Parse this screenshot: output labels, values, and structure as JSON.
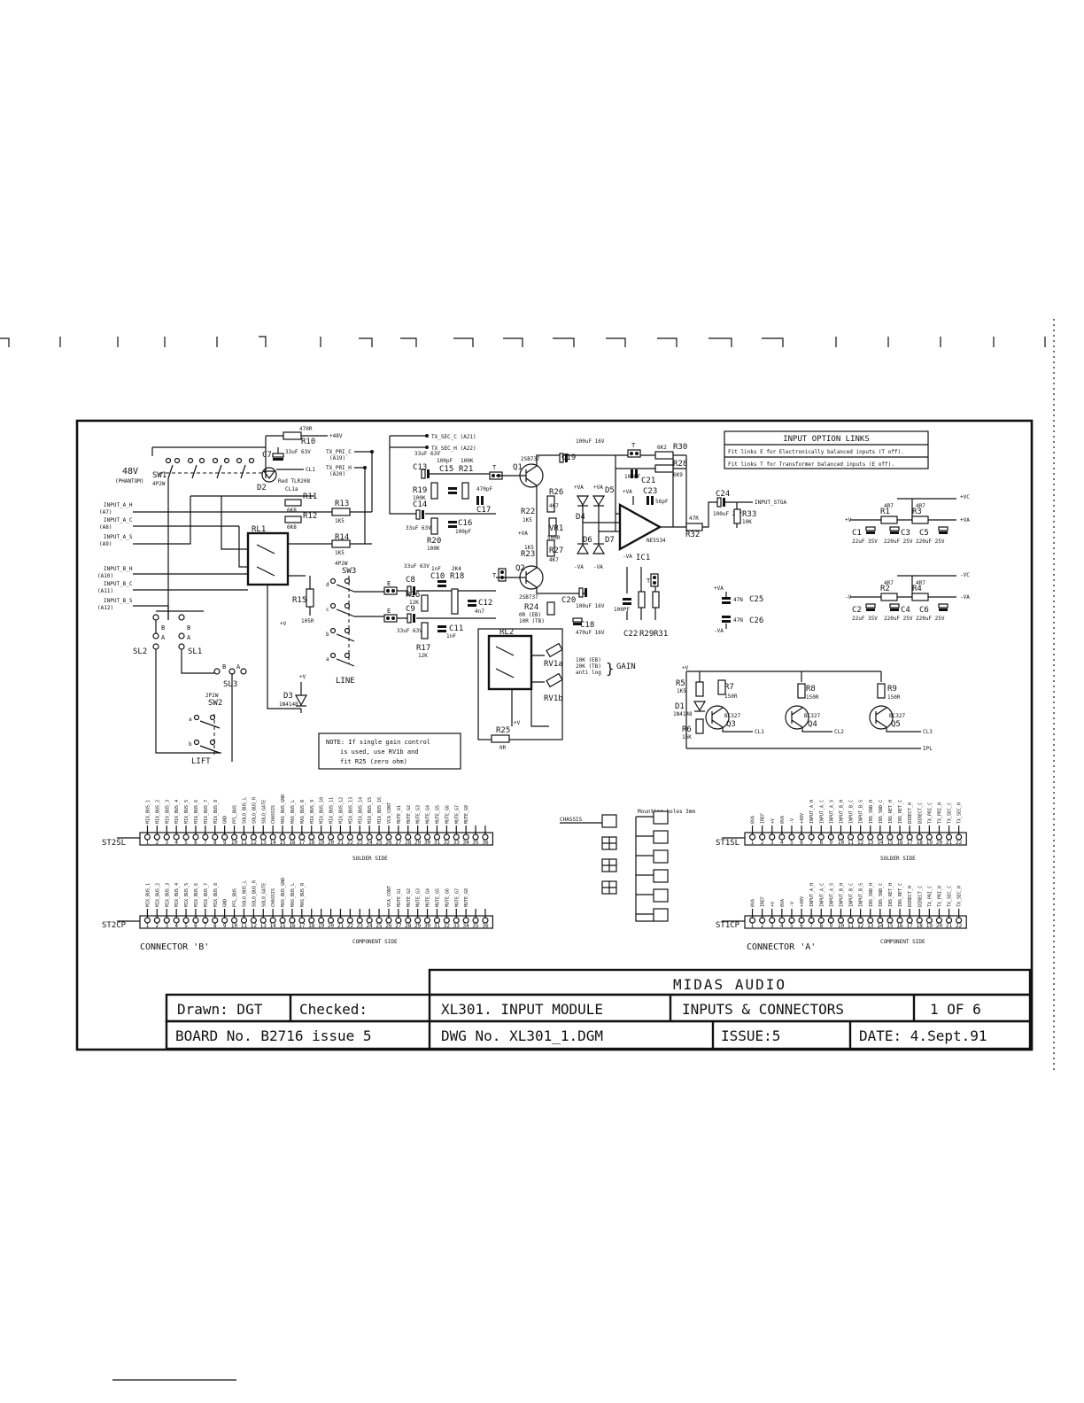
{
  "title_block": {
    "company": "MIDAS AUDIO",
    "drawn": "Drawn: DGT",
    "checked": "Checked:",
    "module": "XL301. INPUT MODULE",
    "sheet_title": "INPUTS & CONNECTORS",
    "sheet": "1 OF 6",
    "board": "BOARD No. B2716 issue 5",
    "dwg": "DWG No. XL301_1.DGM",
    "issue": "ISSUE:5",
    "date": "DATE: 4.Sept.91"
  },
  "option_links": {
    "title": "INPUT OPTION LINKS",
    "line1": "Fit links E for Electronically balanced inputs (T off).",
    "line2": "Fit links T for Transformer balanced inputs (E off)."
  },
  "note": {
    "line1": "NOTE: If single gain control",
    "line2": "is used, use RV1b and",
    "line3": "fit R25 (zero ohm)"
  },
  "labels": {
    "phantom": "48V",
    "phantom_sub": "(PHANTOM)",
    "sw1": "SW1",
    "sw1_type": "4P2W",
    "sw2": "SW2",
    "sw2_type": "2P2W",
    "sw3": "SW3",
    "sw3_type": "4P2W",
    "rl1": "RL1",
    "rl2": "RL2",
    "line": "LINE",
    "lift": "LIFT",
    "sl1": "SL1",
    "sl2": "SL2",
    "sl3": "SL3",
    "gain": "GAIN",
    "rv1a": "RV1a",
    "rv1b": "RV1b",
    "rv_values": "10K (EB)",
    "rv_values2": "20K (TB)",
    "rv_values3": "anti log",
    "ic1": "IC1",
    "ne5534": "NE5534",
    "input_stga": "INPUT_STGA",
    "chassis": "CHASSIS",
    "mounting": "Mounting holes 3mm",
    "plus_48v": "+48V",
    "r10": "R10",
    "r10v": "470R",
    "c7": "C7",
    "c7v": "33uF 63V",
    "d2": "D2",
    "d2v": "Red TLR208",
    "r11": "R11",
    "r12": "R12",
    "r11v": "6K8",
    "r12v": "6K8",
    "r13": "R13",
    "r14": "R14",
    "r13v": "1K5",
    "r14v": "1K5",
    "r15": "R15",
    "r15v": "105R",
    "r16": "R16",
    "r16v": "12K",
    "r17": "R17",
    "r17v": "12K",
    "r18": "R18",
    "r18v": "2K4",
    "r19": "R19",
    "r19v": "100K",
    "r20": "R20",
    "r20v": "100K",
    "r21": "R21",
    "r21v": "100K",
    "r22": "R22",
    "r22v": "1K5",
    "r23": "R23",
    "r23v": "1K5",
    "r24": "R24",
    "r24v": "0R (EB)",
    "r24v2": "10R (TB)",
    "r25": "R25",
    "r25v": "0R",
    "r26": "R26",
    "r27": "R27",
    "r26v": "4K7",
    "r27v": "4K7",
    "r28": "R28",
    "r28v": "6K9",
    "r30": "R30",
    "r30v": "6K2",
    "r29": "R29",
    "r31": "R31",
    "r32": "R32",
    "r32v": "47R",
    "r33": "R33",
    "r33v": "10K",
    "q1": "Q1",
    "q1v": "2SB737",
    "q2": "Q2",
    "q2v": "2SB737",
    "vr1": "VR1",
    "vr1v": "500R",
    "c8": "C8",
    "c9": "C9",
    "c10": "C10",
    "c11": "C11",
    "c12": "C12",
    "c8v": "33uF 63V",
    "c9v": "33uF 63V",
    "c10v": "1nF",
    "c11v": "1nF",
    "c12v": "4n7",
    "c13": "C13",
    "c14": "C14",
    "c15": "C15",
    "c16": "C16",
    "c17": "C17",
    "c13v": "33uF 63V",
    "c14v": "33uF 63V",
    "c15v": "100pF",
    "c16v": "100pF",
    "c17v": "470pF",
    "c18": "C18",
    "c18v": "470uF 16V",
    "c19": "C19",
    "c19v": "100uF 16V",
    "c20": "C20",
    "c20v": "100uF 16V",
    "c21": "C21",
    "c21v": "100PF",
    "c22": "C22",
    "c22v": "100PF",
    "c23": "C23",
    "c23v": "56pF",
    "c24": "C24",
    "c24v": "100uF 25V",
    "c25": "C25",
    "c26": "C26",
    "c25v": "47N",
    "c26v": "47N",
    "d3": "D3",
    "d3v": "1N4148",
    "d4": "D4",
    "d5": "D5",
    "d6": "D6",
    "d7": "D7",
    "tx_sec_c": "TX_SEC_C (A21)",
    "tx_sec_h": "TX_SEC_H (A22)",
    "tx_pri_c": "TX_PRI_C",
    "tx_pri_c2": "(A19)",
    "tx_pri_h": "TX_PRI_H",
    "tx_pri_h2": "(A20)",
    "input_a_h": "INPUT_A_H",
    "input_a_h2": "(A7)",
    "input_a_c": "INPUT_A_C",
    "input_a_c2": "(A8)",
    "input_a_s": "INPUT_A_S",
    "input_a_s2": "(A9)",
    "input_b_h": "INPUT_B_H",
    "input_b_h2": "(A10)",
    "input_b_c": "INPUT_B_C",
    "input_b_c2": "(A11)",
    "input_b_s": "INPUT_B_S",
    "input_b_s2": "(A12)",
    "ps_r1": "R1",
    "ps_r2": "R2",
    "ps_r3": "R3",
    "ps_r4": "R4",
    "ps_rv": "4R7",
    "ps_c1": "C1",
    "ps_c2": "C2",
    "ps_c3": "C3",
    "ps_c4": "C4",
    "ps_c5": "C5",
    "ps_c6": "C6",
    "ps_c1v": "22uF 35V",
    "ps_c3v": "220uF 25V",
    "vc_pos": "+VC",
    "va_pos": "+VA",
    "va_neg": "-VA",
    "vc_neg": "-VC",
    "v_pos": "+V",
    "v_neg": "-V",
    "r5": "R5",
    "r5v": "1K5",
    "r6": "R6",
    "r6v": "15K",
    "r7": "R7",
    "r7v": "150R",
    "r8": "R8",
    "r8v": "150R",
    "r9": "R9",
    "r9v": "150R",
    "d1": "D1",
    "d1v": "1N4148",
    "q3": "Q3",
    "q4": "Q4",
    "q5": "Q5",
    "q_type": "BC327",
    "cl1": "CL1",
    "cl2": "CL2",
    "cl3": "CL3",
    "ipl": "IPL",
    "cl1_top": "CL1",
    "cl1a": "CL1a"
  },
  "connectors": {
    "st2sl": "ST2SL",
    "st2cp": "ST2CP",
    "st1sl": "ST1SL",
    "st1cp": "ST1CP",
    "solder_side": "SOLDER SIDE",
    "component_side": "COMPONENT SIDE",
    "connector_b": "CONNECTOR 'B'",
    "connector_a": "CONNECTOR 'A'",
    "st2sl_pins": [
      "MIX_BUS_1",
      "MIX_BUS_2",
      "MIX_BUS_3",
      "MIX_BUS_4",
      "MIX_BUS_5",
      "MIX_BUS_6",
      "MIX_BUS_7",
      "MIX_BUS_8",
      "GND",
      "PFL_BUS",
      "SOLO_BUS_L",
      "SOLO_BUS_R",
      "SOLO_GATE",
      "CHASSIS",
      "MAS_BUS_GND",
      "MAS_BUS_L",
      "MAS_BUS_R",
      "MIX_BUS_9",
      "MIX_BUS_10",
      "MIX_BUS_11",
      "MIX_BUS_12",
      "MIX_BUS_13",
      "MIX_BUS_14",
      "MIX_BUS_15",
      "MIX_BUS_16",
      "VCA_CONT",
      "MUTE_G1",
      "MUTE_G2",
      "MUTE_G3",
      "MUTE_G4",
      "MUTE_G5",
      "MUTE_G6",
      "MUTE_G7",
      "MUTE_G8"
    ],
    "st2cp_pins": [
      "MIX_BUS_1",
      "MIX_BUS_2",
      "MIX_BUS_3",
      "MIX_BUS_4",
      "MIX_BUS_5",
      "MIX_BUS_6",
      "MIX_BUS_7",
      "MIX_BUS_8",
      "GND",
      "PFL_BUS",
      "SOLO_BUS_L",
      "SOLO_BUS_R",
      "SOLO_GATE",
      "CHASSIS",
      "MAS_BUS_GND",
      "MAS_BUS_L",
      "MAS_BUS_R",
      "",
      "",
      "",
      "",
      "",
      "",
      "",
      "",
      "VCA_CONT",
      "MUTE_G1",
      "MUTE_G2",
      "MUTE_G3",
      "MUTE_G4",
      "MUTE_G5",
      "MUTE_G6",
      "MUTE_G7",
      "MUTE_G8"
    ],
    "st1_pins": [
      "0VA",
      "IREF",
      "+V",
      "0VA",
      "-V",
      "+48V",
      "INPUT_A_H",
      "INPUT_A_C",
      "INPUT_A_S",
      "INPUT_B_H",
      "INPUT_B_C",
      "INPUT_B_S",
      "INS_SND_H",
      "INS_SND_C",
      "INS_RET_H",
      "INS_RET_C",
      "DIRECT_H",
      "DIRECT_C",
      "TX_PRI_C",
      "TX_PRI_H",
      "TX_SEC_C",
      "TX_SEC_H"
    ],
    "pin_numbers_36": [
      "1",
      "2",
      "3",
      "4",
      "5",
      "6",
      "7",
      "8",
      "9",
      "10",
      "11",
      "12",
      "13",
      "14",
      "15",
      "16",
      "17",
      "18",
      "19",
      "20",
      "21",
      "22",
      "23",
      "24",
      "25",
      "26",
      "27",
      "28",
      "29",
      "30",
      "31",
      "32",
      "33",
      "34",
      "35",
      "36"
    ],
    "pin_numbers_22": [
      "1",
      "2",
      "3",
      "4",
      "5",
      "6",
      "7",
      "8",
      "9",
      "10",
      "11",
      "12",
      "13",
      "14",
      "15",
      "16",
      "17",
      "18",
      "19",
      "20",
      "21",
      "22"
    ]
  }
}
